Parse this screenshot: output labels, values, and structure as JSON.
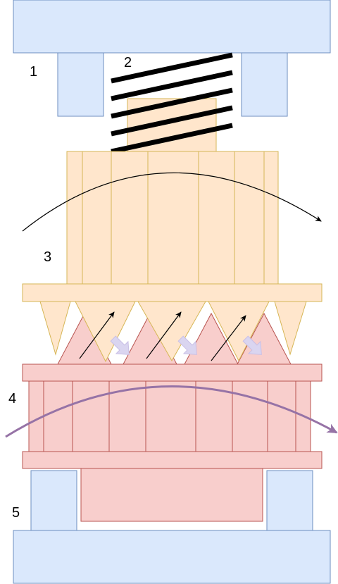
{
  "labels": {
    "l1": "1",
    "l2": "2",
    "l3": "3",
    "l4": "4",
    "l5": "5"
  },
  "colors": {
    "blue_fill": "#dae8fc",
    "blue_stroke": "#6c8ebf",
    "orange_fill": "#ffe6cc",
    "orange_stroke": "#d6b656",
    "red_fill": "#f8cecc",
    "red_stroke": "#b85450",
    "spring": "#000000",
    "rotation_arrow_top": "#000000",
    "rotation_arrow_bottom": "#9673a6",
    "flow_arrow_fill": "#dad5f0"
  }
}
